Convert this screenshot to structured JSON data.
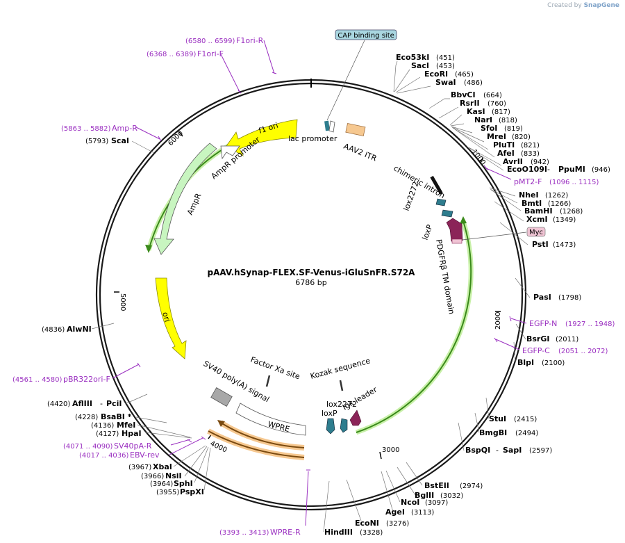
{
  "credit": {
    "prefix": "Created by",
    "brand": "SnapGene"
  },
  "plasmid": {
    "name": "pAAV.hSynap-FLEX.SF-Venus-iGluSnFR.S72A",
    "length": "6786 bp"
  },
  "ticks": [
    "1000",
    "2000",
    "3000",
    "4000",
    "5000",
    "6000"
  ],
  "boxed_labels": {
    "cap": "CAP binding site",
    "myc": "Myc"
  },
  "features": {
    "f1ori": "f1 ori",
    "lac_promoter": "lac promoter",
    "aav2_itr": "AAV2 ITR",
    "ampr_promoter": "AmpR promoter",
    "ampr": "AmpR",
    "ori": "ori",
    "chimeric_intron": "chimeric intron",
    "lox2272_top": "lox2272",
    "loxp_top": "loxP",
    "pdgfr": "PDGFRβ TM domain",
    "factor_xa": "Factor Xa site",
    "kozak": "Kozak sequence",
    "sv40": "SV40 poly(A) signal",
    "wpre": "WPRE",
    "lox2272_bot": "lox2272",
    "loxp_bot": "loxP",
    "igk": "Igκ leader"
  },
  "enzymes": [
    {
      "name": "Eco53kI",
      "pos": "(451)"
    },
    {
      "name": "SacI",
      "pos": "(453)"
    },
    {
      "name": "EcoRI",
      "pos": "(465)"
    },
    {
      "name": "SwaI",
      "pos": "(486)"
    },
    {
      "name": "BbvCI",
      "pos": "(664)"
    },
    {
      "name": "RsrII",
      "pos": "(760)"
    },
    {
      "name": "KasI",
      "pos": "(817)"
    },
    {
      "name": "NarI",
      "pos": "(818)"
    },
    {
      "name": "SfoI",
      "pos": "(819)"
    },
    {
      "name": "MreI",
      "pos": "(820)"
    },
    {
      "name": "PluTI",
      "pos": "(821)"
    },
    {
      "name": "AfeI",
      "pos": "(833)"
    },
    {
      "name": "AvrII",
      "pos": "(942)"
    },
    {
      "name": "EcoO109I",
      "pos": "(946)"
    },
    {
      "name": "PpuMI",
      "pos": ""
    },
    {
      "name": "NheI",
      "pos": "(1262)"
    },
    {
      "name": "BmtI",
      "pos": "(1266)"
    },
    {
      "name": "BamHI",
      "pos": "(1268)"
    },
    {
      "name": "XcmI",
      "pos": "(1349)"
    },
    {
      "name": "PstI",
      "pos": "(1473)"
    },
    {
      "name": "PasI",
      "pos": "(1798)"
    },
    {
      "name": "BsrGI",
      "pos": "(2011)"
    },
    {
      "name": "BlpI",
      "pos": "(2100)"
    },
    {
      "name": "StuI",
      "pos": "(2415)"
    },
    {
      "name": "BmgBI",
      "pos": "(2494)"
    },
    {
      "name": "BspQI",
      "pos": ""
    },
    {
      "name": "SapI",
      "pos": "(2597)"
    },
    {
      "name": "BstEII",
      "pos": "(2974)"
    },
    {
      "name": "BglII",
      "pos": "(3032)"
    },
    {
      "name": "NcoI",
      "pos": "(3097)"
    },
    {
      "name": "AgeI",
      "pos": "(3113)"
    },
    {
      "name": "EcoNI",
      "pos": "(3276)"
    },
    {
      "name": "HindIII",
      "pos": "(3328)"
    },
    {
      "name": "PspXI",
      "pos": "(3955)"
    },
    {
      "name": "SphI",
      "pos": "(3964)"
    },
    {
      "name": "NsiI",
      "pos": "(3966)"
    },
    {
      "name": "XbaI",
      "pos": "(3967)"
    },
    {
      "name": "HpaI",
      "pos": "(4127)"
    },
    {
      "name": "MfeI",
      "pos": "(4136)"
    },
    {
      "name": "BsaBI *",
      "pos": "(4228)"
    },
    {
      "name": "AflIII",
      "pos": "(4420)"
    },
    {
      "name": "PciI",
      "pos": ""
    },
    {
      "name": "AlwNI",
      "pos": "(4836)"
    },
    {
      "name": "ScaI",
      "pos": "(5793)"
    }
  ],
  "primers": [
    {
      "name": "F1ori-R",
      "range": "(6580 .. 6599)"
    },
    {
      "name": "F1ori-F",
      "range": "(6368 .. 6389)"
    },
    {
      "name": "Amp-R",
      "range": "(5863 .. 5882)"
    },
    {
      "name": "pMT2-F",
      "range": "(1096 .. 1115)"
    },
    {
      "name": "EGFP-N",
      "range": "(1927 .. 1948)"
    },
    {
      "name": "EGFP-C",
      "range": "(2051 .. 2072)"
    },
    {
      "name": "pBR322ori-F",
      "range": "(4561 .. 4580)"
    },
    {
      "name": "SV40pA-R",
      "range": "(4071 .. 4090)"
    },
    {
      "name": "EBV-rev",
      "range": "(4017 .. 4036)"
    },
    {
      "name": "WPRE-R",
      "range": "(3393 .. 3413)"
    }
  ],
  "colors": {
    "backbone": "#1a1a1a",
    "yellow": "#ffff00",
    "light_green": "#c8f5c0",
    "orange": "#f6c890",
    "teal": "#2e7d8e",
    "maroon": "#8b2458",
    "gray": "#a8a8a8",
    "primer": "#9a2fc0",
    "cds_arc": "#3a8a1a",
    "cap_box": "#a9d6e0",
    "myc_box": "#f0c4d4"
  }
}
